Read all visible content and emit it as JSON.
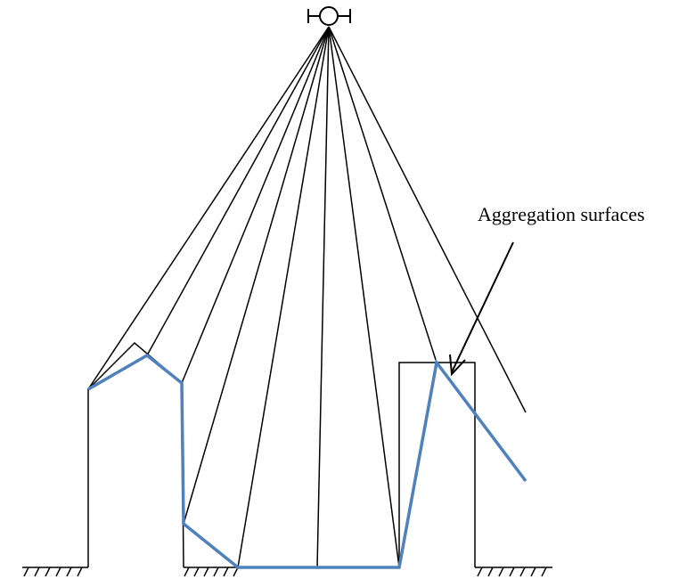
{
  "diagram": {
    "annotation_label": "Aggregation surfaces",
    "colors": {
      "line": "#000000",
      "aggregation_surface": "#4F81BD",
      "background": "#ffffff"
    },
    "icons": {
      "sensor": "sensor-icon"
    },
    "parts": [
      "sensor",
      "sight-lines",
      "building-outlines",
      "aggregation-surface-polyline",
      "ground-hatching",
      "annotation-arrow",
      "annotation-label"
    ]
  }
}
